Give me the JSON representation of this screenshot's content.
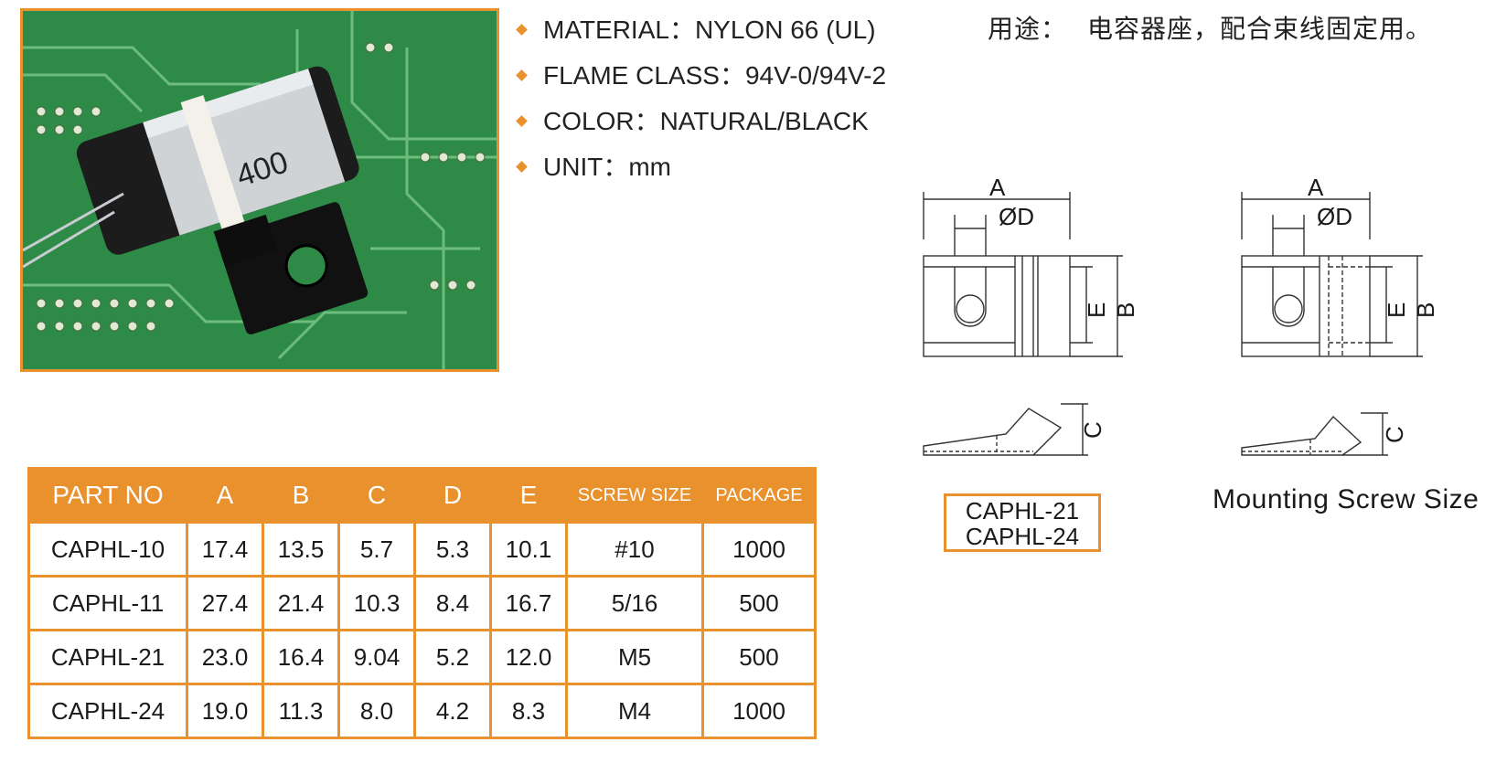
{
  "specs": [
    {
      "label": "MATERIAL：NYLON 66 (UL)"
    },
    {
      "label": "FLAME CLASS：94V-0/94V-2"
    },
    {
      "label": "COLOR：NATURAL/BLACK"
    },
    {
      "label": "UNIT：mm"
    }
  ],
  "usage": {
    "label": "用途：",
    "text": "电容器座，配合束线固定用。"
  },
  "table": {
    "headers": [
      "PART NO",
      "A",
      "B",
      "C",
      "D",
      "E",
      "SCREW SIZE",
      "PACKAGE"
    ],
    "rows": [
      [
        "CAPHL-10",
        "17.4",
        "13.5",
        "5.7",
        "5.3",
        "10.1",
        "#10",
        "1000"
      ],
      [
        "CAPHL-11",
        "27.4",
        "21.4",
        "10.3",
        "8.4",
        "16.7",
        "5/16",
        "500"
      ],
      [
        "CAPHL-21",
        "23.0",
        "16.4",
        "9.04",
        "5.2",
        "12.0",
        "M5",
        "500"
      ],
      [
        "CAPHL-24",
        "19.0",
        "11.3",
        "8.0",
        "4.2",
        "8.3",
        "M4",
        "1000"
      ]
    ]
  },
  "drawing": {
    "labels": {
      "a": "A",
      "d": "ØD",
      "e": "E",
      "b": "B",
      "c": "C"
    },
    "part_box": [
      "CAPHL-21",
      "CAPHL-24"
    ],
    "mount_caption": "Mounting Screw Size"
  },
  "photo": {
    "capacitor_marking": "400"
  },
  "colors": {
    "accent": "#e8912d",
    "pcb": "#2f8f4a"
  }
}
